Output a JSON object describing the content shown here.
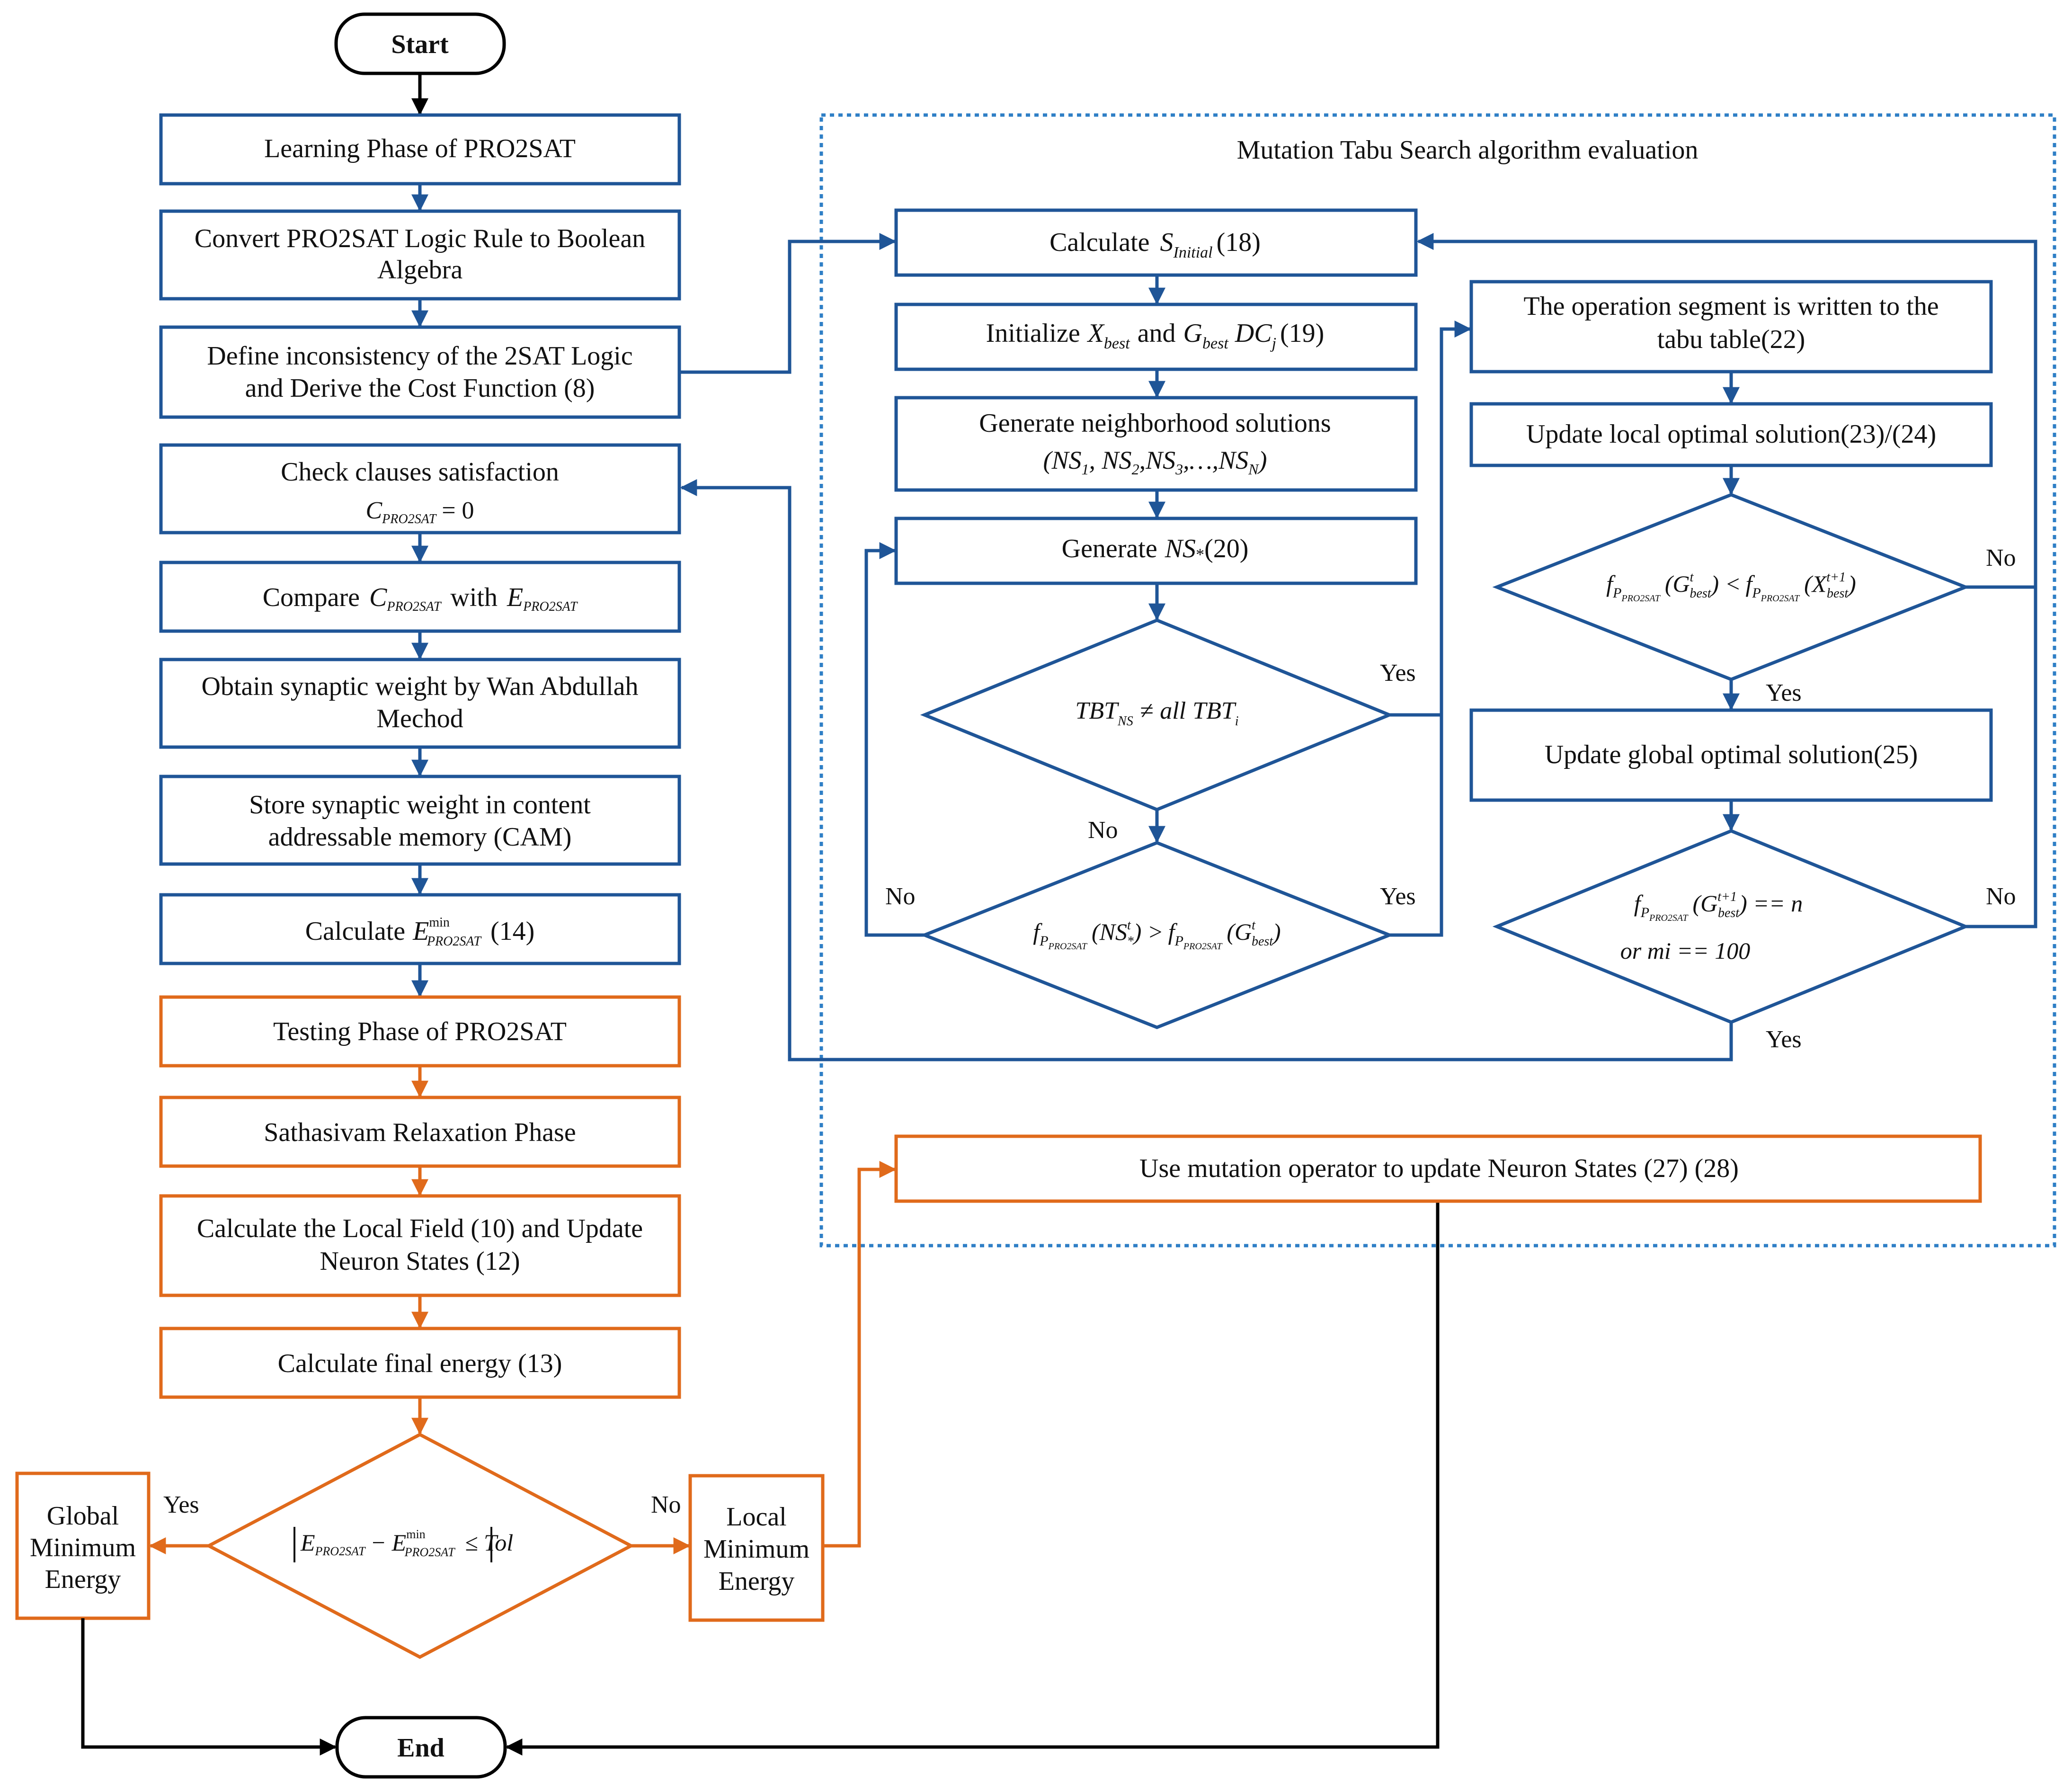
{
  "colors": {
    "blue": "#1f5597",
    "orange": "#e06a1b",
    "black": "#000000",
    "dotted_border": "#2f7fc6"
  },
  "terminals": {
    "start": "Start",
    "end": "End"
  },
  "mts_title": "Mutation Tabu Search algorithm evaluation",
  "left": {
    "learning_phase": "Learning Phase of  PRO2SAT",
    "convert_1": "Convert PRO2SAT Logic Rule to Boolean",
    "convert_2": "Algebra",
    "define_1": "Define inconsistency of the 2SAT Logic",
    "define_2": "and Derive the Cost Function (8)",
    "check_1": "Check clauses satisfaction",
    "check_2": "C",
    "check_sub": "PRO2SAT",
    "check_3": "= 0",
    "compare_1": "Compare",
    "compare_c": "C",
    "compare_c_sub": "PRO2SAT",
    "compare_with": "with",
    "compare_e": "E",
    "compare_e_sub": "PRO2SAT",
    "obtain_1": "Obtain synaptic weight by Wan Abdullah",
    "obtain_2": "Mechod",
    "store_1": "Store synaptic weight in content",
    "store_2": "addressable memory (CAM)",
    "calc_min_1": "Calculate",
    "calc_min_e": "E",
    "calc_min_sup": "min",
    "calc_min_sub": "PRO2SAT",
    "calc_min_2": "(14)",
    "testing_phase": "Testing Phase of PRO2SAT",
    "sathasivam": "Sathasivam Relaxation Phase",
    "local_field_1": "Calculate the Local Field (10) and Update",
    "local_field_2": "Neuron States (12)",
    "final_energy": "Calculate final energy (13)",
    "decision_e": "E",
    "decision_e_sub": "PRO2SAT",
    "decision_minus": "−",
    "decision_emin": "E",
    "decision_emin_sup": "min",
    "decision_emin_sub": "PRO2SAT",
    "decision_le": "≤",
    "decision_tol": "Tol",
    "global_1": "Global",
    "global_2": "Minimum",
    "global_3": "Energy",
    "local_1": "Local",
    "local_2": "Minimum",
    "local_3": "Energy",
    "yes": "Yes",
    "no": "No"
  },
  "mts": {
    "calc_s_1": "Calculate",
    "calc_s_s": "S",
    "calc_s_sub": "Initial",
    "calc_s_2": "(18)",
    "init_1": "Initialize",
    "init_x": "X",
    "init_x_sub": "best",
    "init_and": "and",
    "init_g": "G",
    "init_g_sub": "best",
    "init_dc": "DC",
    "init_dc_sub": "j",
    "init_2": "(19)",
    "neigh_1": "Generate neighborhood solutions",
    "neigh_2": "(NS",
    "neigh_2_sub1": "1",
    "neigh_2b": ", NS",
    "neigh_2_sub2": "2",
    "neigh_2c": ",NS",
    "neigh_2_sub3": "3",
    "neigh_2d": ",…,NS",
    "neigh_2_subn": "N",
    "neigh_2e": ")",
    "gen_ns_1": "Generate",
    "gen_ns_ns": "NS",
    "gen_ns_sub": "*",
    "gen_ns_2": "(20)",
    "tbt_1": "TBT",
    "tbt_sub": "NS",
    "tbt_ne": "≠",
    "tbt_all": "all",
    "tbt_2": "TBT",
    "tbt_sub2": "i",
    "cmp1_f": "f",
    "cmp1_fsub": "P",
    "cmp1_fsubsub": "PRO2SAT",
    "cmp1_arg": "(NS",
    "cmp1_arg_sup": "t",
    "cmp1_arg_sub": "*",
    "cmp1_gt": ") >",
    "cmp1_f2": "f",
    "cmp1_g": "(G",
    "cmp1_g_sup": "t",
    "cmp1_g_sub": "best",
    "cmp1_close": ")",
    "op_seg_1": "The operation segment is written to the",
    "op_seg_2": "tabu table(22)",
    "upd_local": "Update local optimal solution(23)/(24)",
    "cmp2_f": "f",
    "cmp2_g": "(G",
    "cmp2_g_sup": "t",
    "cmp2_g_sub": "best",
    "cmp2_lt": ") <",
    "cmp2_f2": "f",
    "cmp2_x": "(X",
    "cmp2_x_sup": "t+1",
    "cmp2_x_sub": "best",
    "cmp2_close": ")",
    "upd_global": "Update global optimal solution(25)",
    "cmp3_f": "f",
    "cmp3_g": "(G",
    "cmp3_g_sup": "t+1",
    "cmp3_g_sub": "best",
    "cmp3_eq": ") == n",
    "cmp3_line2": "or mi == 100",
    "mutation": "Use mutation operator to update Neuron States (27) (28)",
    "yes": "Yes",
    "no": "No"
  }
}
